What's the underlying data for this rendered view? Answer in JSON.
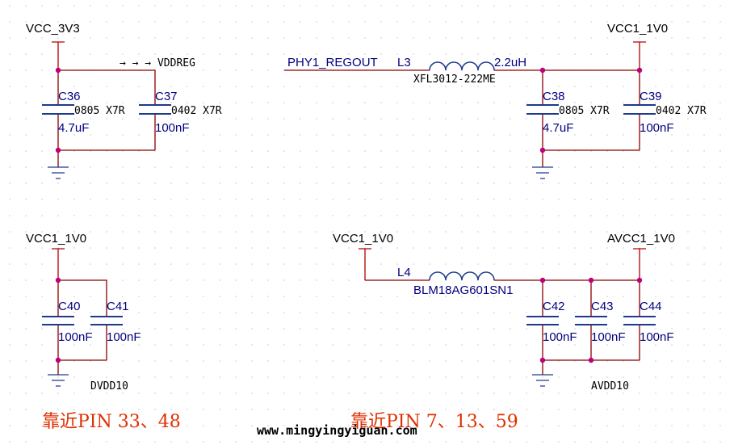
{
  "colors": {
    "wire": "#8b0000",
    "component": "#1e3a8a",
    "junction": "#c0007a",
    "note": "#e03000",
    "label_blue": "#000080"
  },
  "block1": {
    "power": "VCC_3V3",
    "net_arrow": "→ → → VDDREG",
    "c36": {
      "ref": "C36",
      "pkg": "0805  X7R",
      "value": "4.7uF"
    },
    "c37": {
      "ref": "C37",
      "pkg": "0402  X7R",
      "value": "100nF"
    }
  },
  "block2": {
    "net": "PHY1_REGOUT",
    "inductor": {
      "ref": "L3",
      "value": "2.2uH",
      "part": "XFL3012-222ME"
    },
    "power": "VCC1_1V0",
    "c38": {
      "ref": "C38",
      "pkg": "0805  X7R",
      "value": "4.7uF"
    },
    "c39": {
      "ref": "C39",
      "pkg": "0402  X7R",
      "value": "100nF"
    }
  },
  "block3": {
    "power": "VCC1_1V0",
    "c40": {
      "ref": "C40",
      "value": "100nF"
    },
    "c41": {
      "ref": "C41",
      "value": "100nF"
    },
    "label": "DVDD10",
    "note": "靠近PIN 33、48"
  },
  "block4": {
    "power_in": "VCC1_1V0",
    "inductor": {
      "ref": "L4",
      "part": "BLM18AG601SN1"
    },
    "power_out": "AVCC1_1V0",
    "c42": {
      "ref": "C42",
      "value": "100nF"
    },
    "c43": {
      "ref": "C43",
      "value": "100nF"
    },
    "c44": {
      "ref": "C44",
      "value": "100nF"
    },
    "label": "AVDD10",
    "note": "靠近PIN 7、13、59"
  },
  "watermark": "www.mingyingyiguan.com"
}
